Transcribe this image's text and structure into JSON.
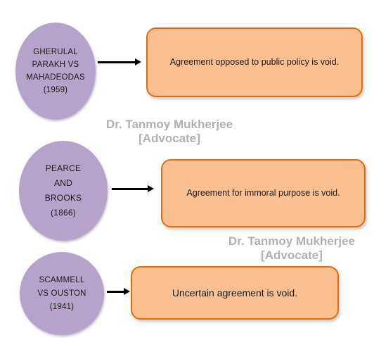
{
  "colors": {
    "circle_fill": "#b6a3cc",
    "box_fill": "#fac091",
    "box_border": "#e46c0a",
    "arrow": "#000000",
    "watermark": "#b0b0b0"
  },
  "rows": [
    {
      "case_lines": [
        "GHERULAL",
        "PARAKH VS",
        "MAHADEODAS",
        "(1959)"
      ],
      "rule": "Agreement opposed to public policy is void."
    },
    {
      "case_lines": [
        "PEARCE",
        "AND",
        "BROOKS",
        "(1866)"
      ],
      "rule": "Agreement for immoral purpose is void."
    },
    {
      "case_lines": [
        "SCAMMELL",
        "VS OUSTON",
        "(1941)"
      ],
      "rule": "Uncertain agreement is void."
    }
  ],
  "watermarks": [
    {
      "line1": "Dr. Tanmoy Mukherjee",
      "line2": "[Advocate]"
    },
    {
      "line1": "Dr. Tanmoy Mukherjee",
      "line2": "[Advocate]"
    }
  ]
}
